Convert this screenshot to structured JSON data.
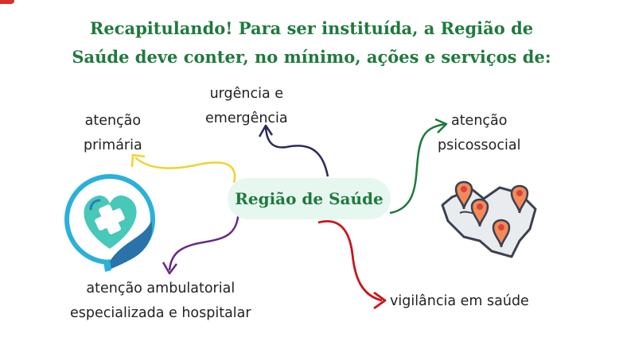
{
  "title": {
    "line1": "Recapitulando! Para ser instituída, a Região de",
    "line2": "Saúde deve conter, no mínimo, ações e serviços de:"
  },
  "center": {
    "label": "Região de Saúde"
  },
  "nodes": {
    "urgencia": {
      "line1": "urgência e",
      "line2": "emergência",
      "color": "#2b2a5e"
    },
    "atencao_primaria": {
      "line1": "atenção",
      "line2": "primária",
      "color": "#f2d22e"
    },
    "psicossocial": {
      "line1": "atenção",
      "line2": "psicossocial",
      "color": "#1e7a3a"
    },
    "ambulatorial": {
      "line1": "atenção ambulatorial",
      "line2": "especializada e hospitalar",
      "color": "#6a2a80"
    },
    "vigilancia": {
      "line1": "vigilância em saúde",
      "color": "#c8151b"
    }
  },
  "icons": {
    "left": "heart-in-hand-icon",
    "right": "map-pins-icon"
  }
}
